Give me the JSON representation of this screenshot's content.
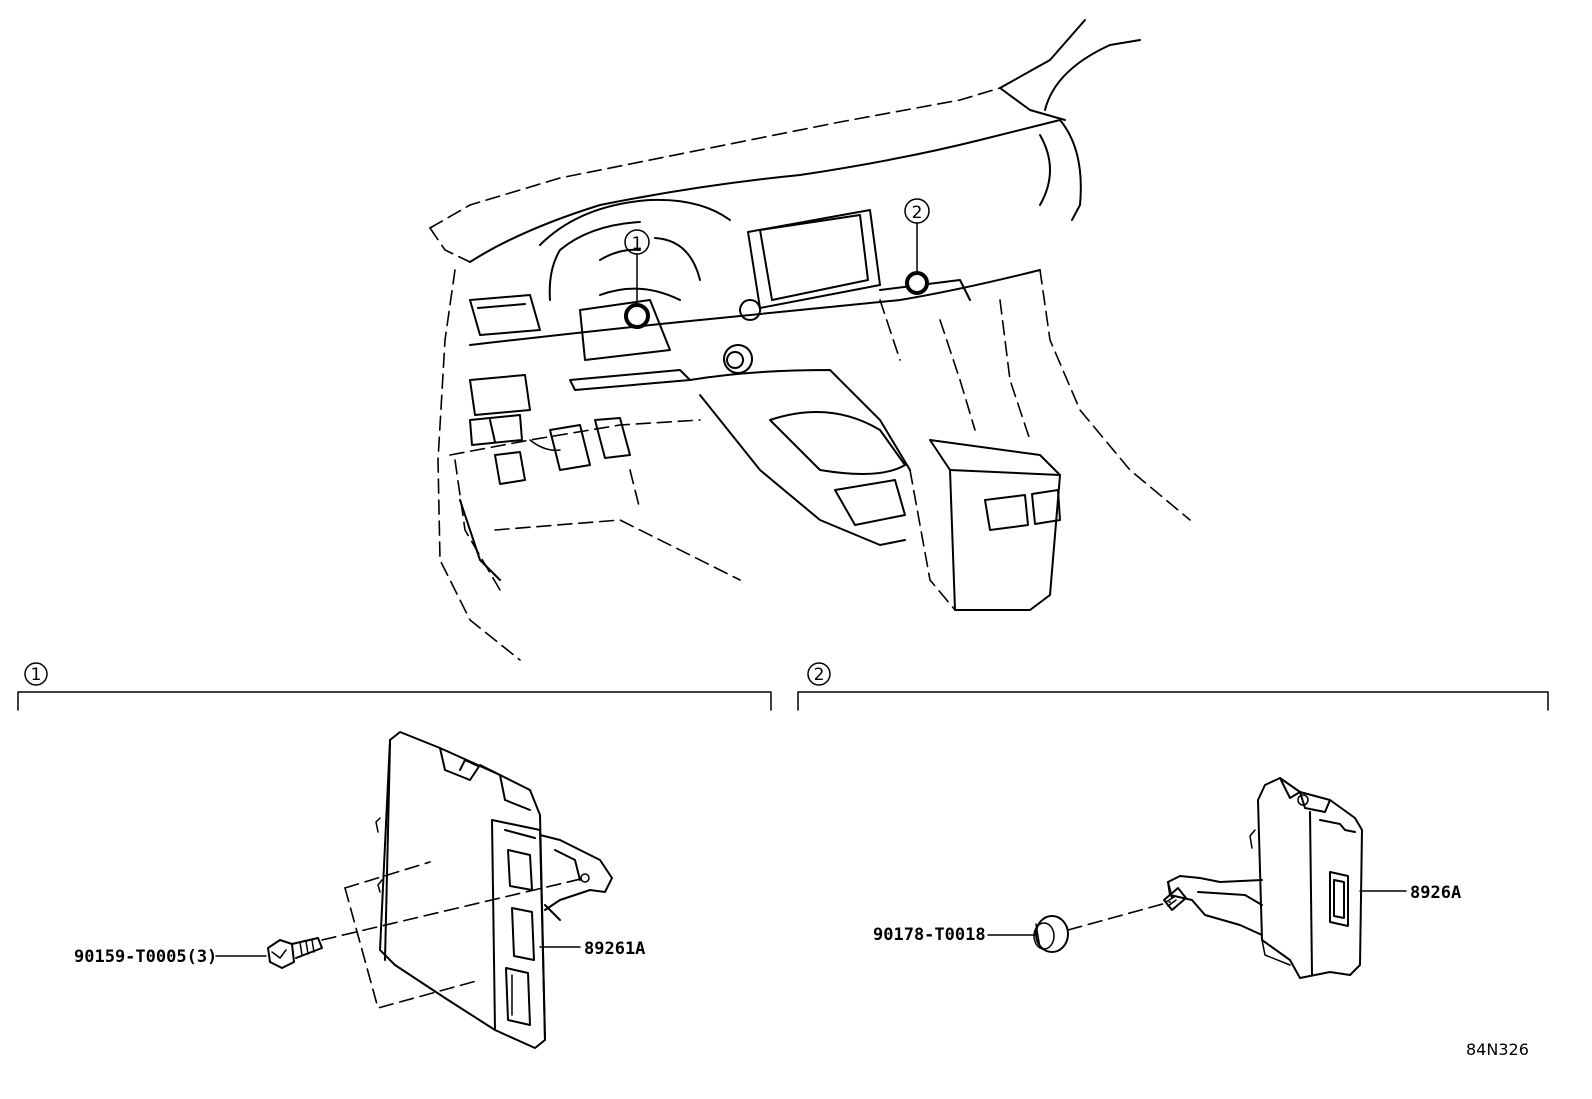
{
  "callouts": {
    "one": "1",
    "two": "2"
  },
  "sections": {
    "one": {
      "number": "1"
    },
    "two": {
      "number": "2"
    }
  },
  "parts": {
    "bolt": "90159-T0005(3)",
    "module_one": "89261A",
    "nut": "90178-T0018",
    "module_two": "8926A"
  },
  "illustration_code": "84N326"
}
